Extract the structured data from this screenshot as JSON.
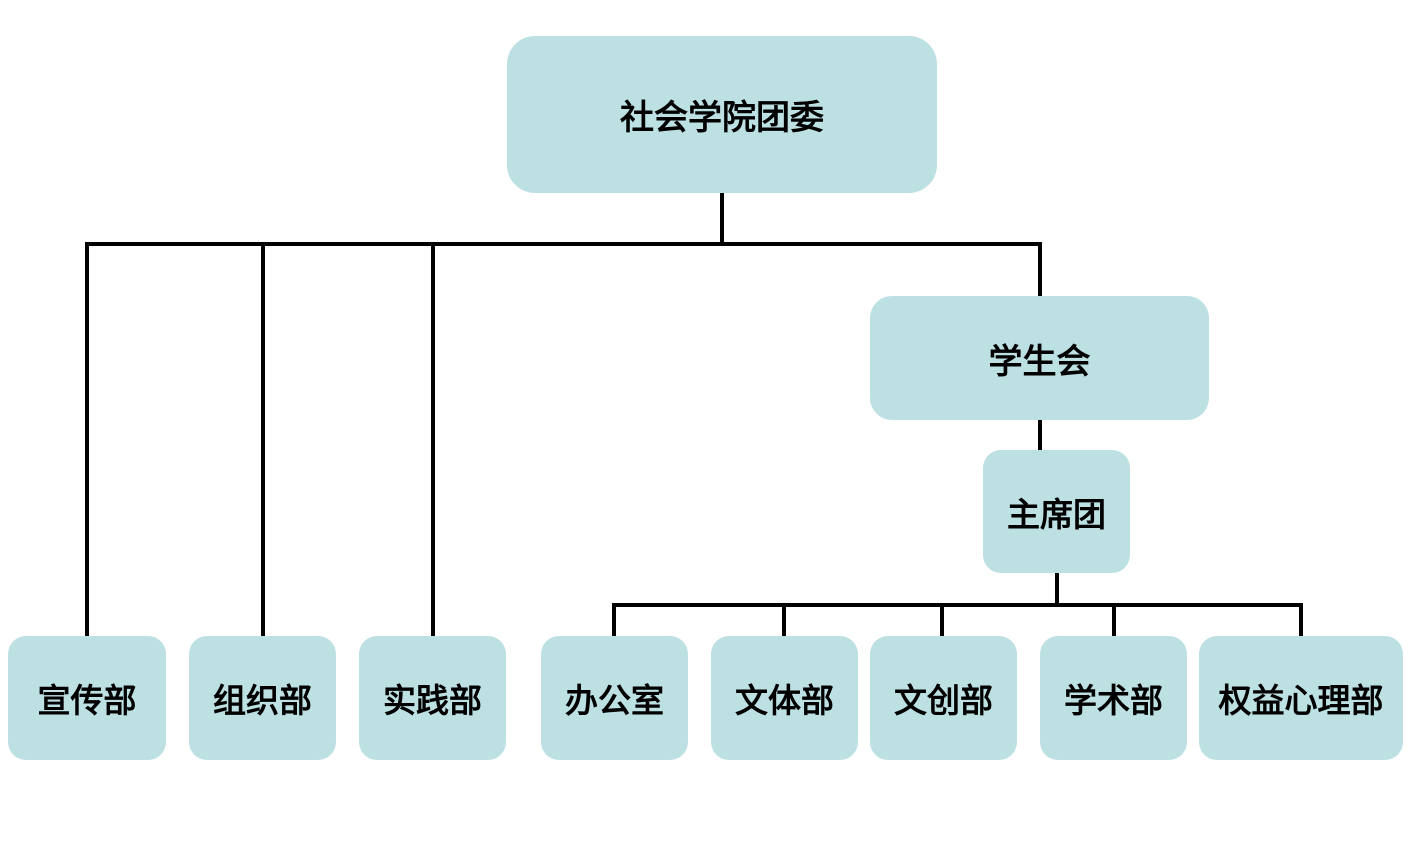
{
  "colors": {
    "node_fill": "#bde0e3",
    "connector": "#000000",
    "text": "#000000"
  },
  "org": {
    "root": "社会学院团委",
    "student_union": "学生会",
    "presidium": "主席团",
    "committee_departments": [
      "宣传部",
      "组织部",
      "实践部"
    ],
    "union_departments": [
      "办公室",
      "文体部",
      "文创部",
      "学术部",
      "权益心理部"
    ]
  }
}
